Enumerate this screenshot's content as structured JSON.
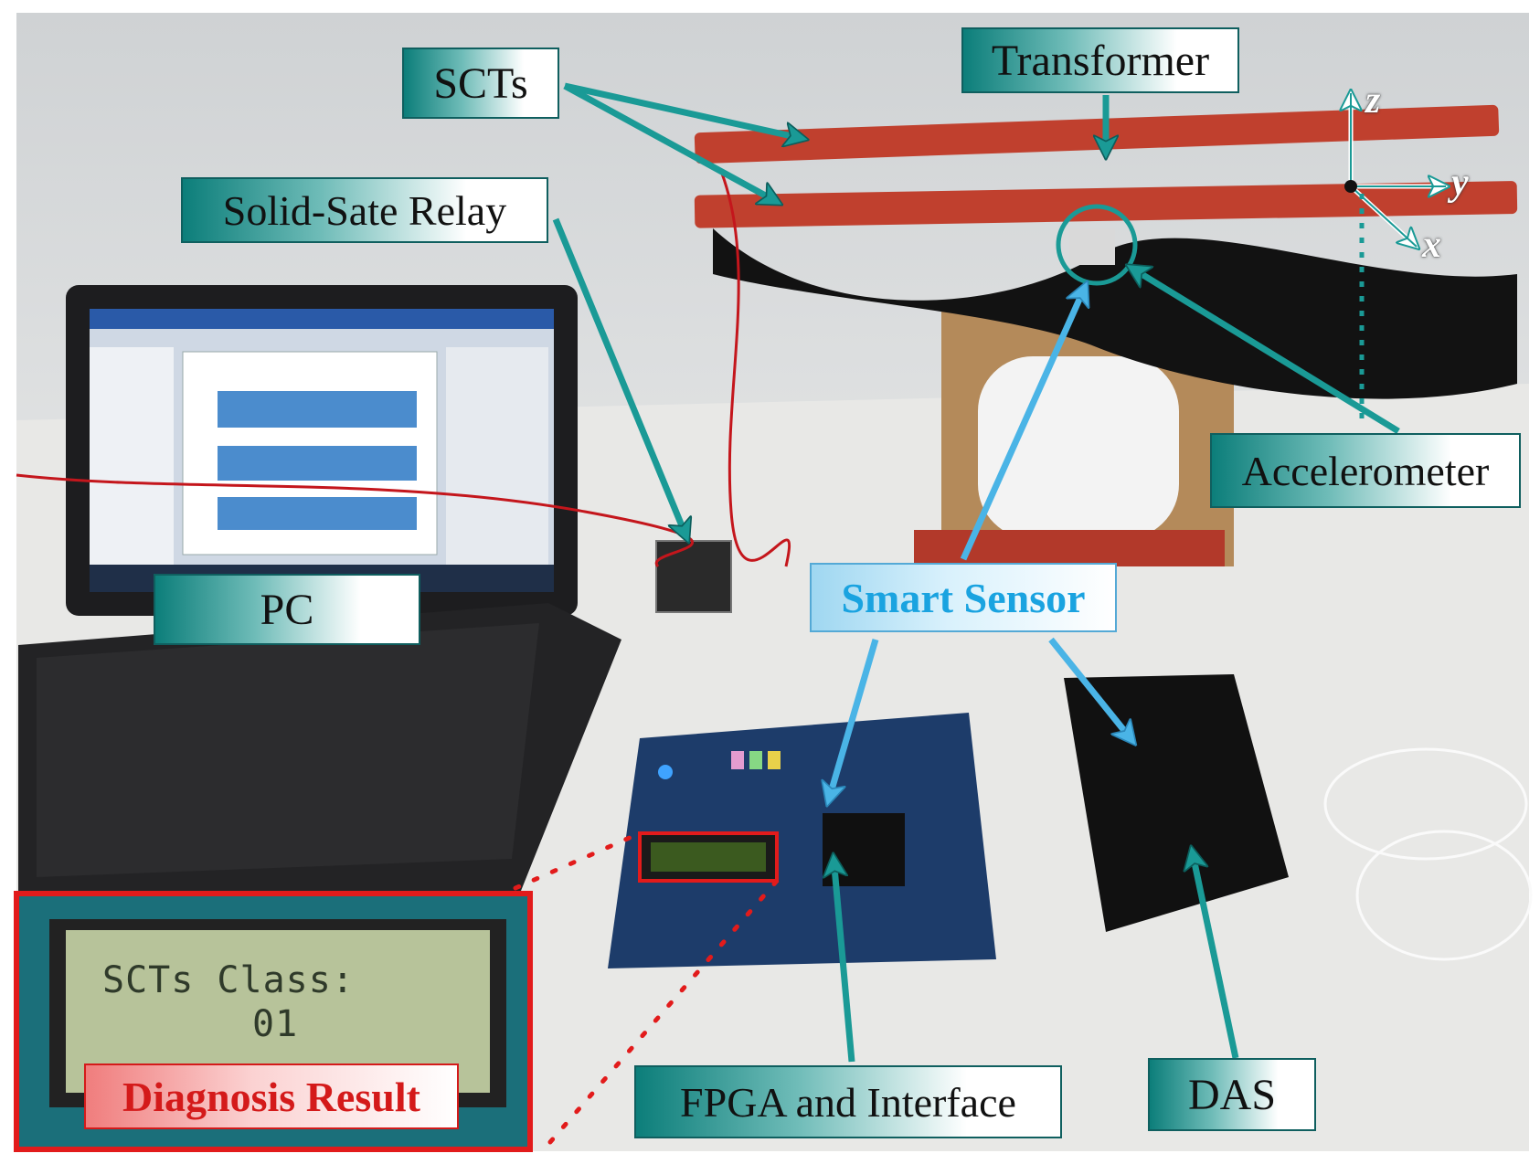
{
  "labels": {
    "scts": "SCTs",
    "transformer": "Transformer",
    "solid_state_relay": "Solid-Sate Relay",
    "accelerometer": "Accelerometer",
    "pc": "PC",
    "smart_sensor": "Smart Sensor",
    "fpga": "FPGA and Interface",
    "das": "DAS",
    "diagnosis_result": "Diagnosis Result"
  },
  "lcd": {
    "line1": "SCTs Class:",
    "line2": "01"
  },
  "axes": {
    "x": "x",
    "y": "y",
    "z": "z"
  },
  "colors": {
    "callout_teal": "#0c7e7a",
    "arrow_teal": "#1a9a96",
    "arrow_blue": "#4ab4e6",
    "highlight_red": "#e21b1b",
    "smart_sensor_text": "#1aa3e0"
  }
}
